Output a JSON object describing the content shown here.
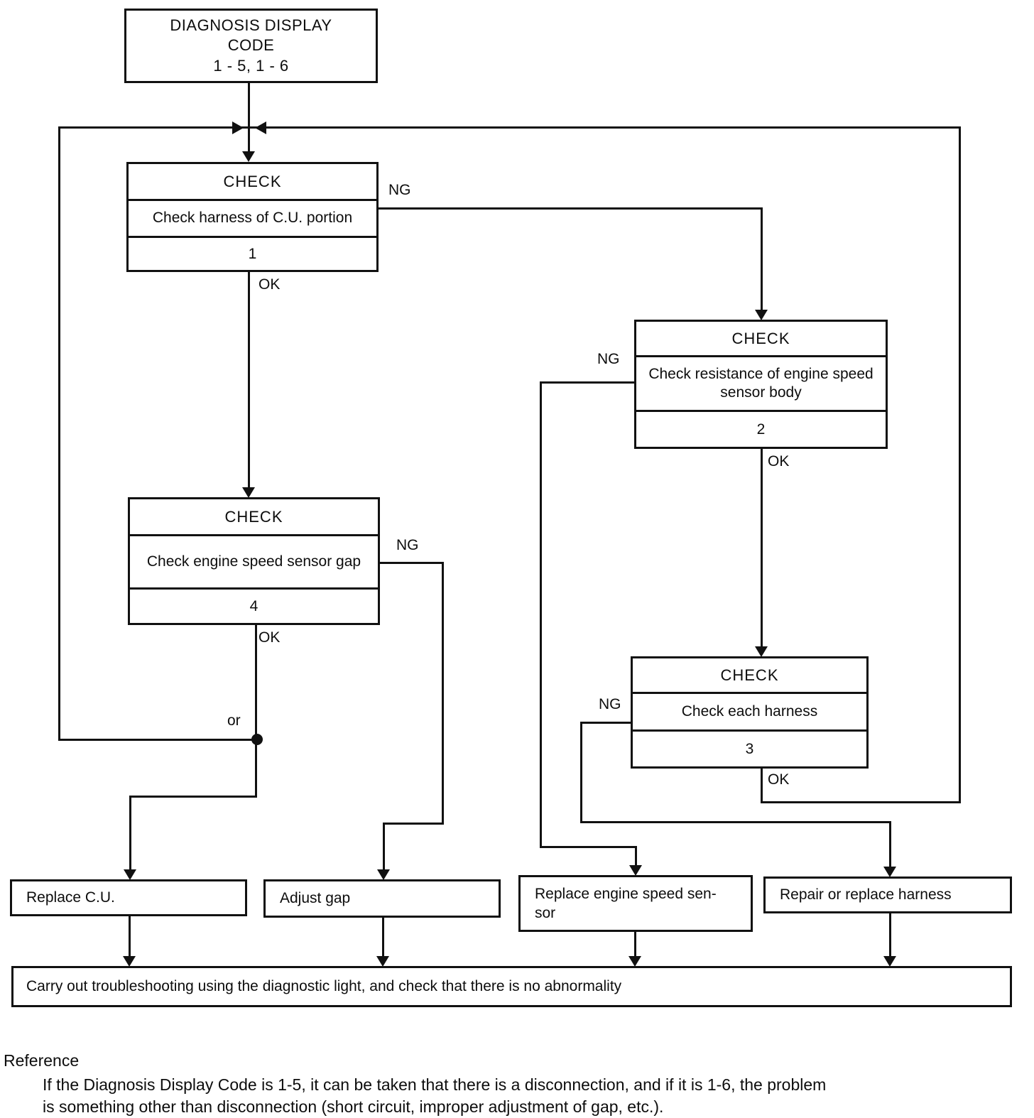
{
  "labels": {
    "ng": "NG",
    "ok": "OK",
    "or": "or"
  },
  "start": {
    "line1": "DIAGNOSIS DISPLAY",
    "line2": "CODE",
    "line3": "1 - 5, 1 - 6"
  },
  "check1": {
    "title": "CHECK",
    "desc": "Check harness of C.U. portion",
    "num": "1"
  },
  "check2": {
    "title": "CHECK",
    "desc": "Check resistance of engine speed sensor body",
    "num": "2"
  },
  "check3": {
    "title": "CHECK",
    "desc": "Check each harness",
    "num": "3"
  },
  "check4": {
    "title": "CHECK",
    "desc": "Check engine speed sensor gap",
    "num": "4"
  },
  "actions": {
    "replace_cu": "Replace C.U.",
    "adjust_gap": "Adjust gap",
    "replace_sensor_line1": "Replace engine speed sen-",
    "replace_sensor_line2": "sor",
    "repair_harness": "Repair or replace harness"
  },
  "final": "Carry out troubleshooting using the diagnostic light, and check that there is no abnormality",
  "reference": {
    "title": "Reference",
    "line1": "If the Diagnosis Display Code is 1-5, it can be taken that there is a disconnection, and if it is 1-6, the problem",
    "line2": "is something other than disconnection (short circuit, improper adjustment of gap, etc.)."
  }
}
